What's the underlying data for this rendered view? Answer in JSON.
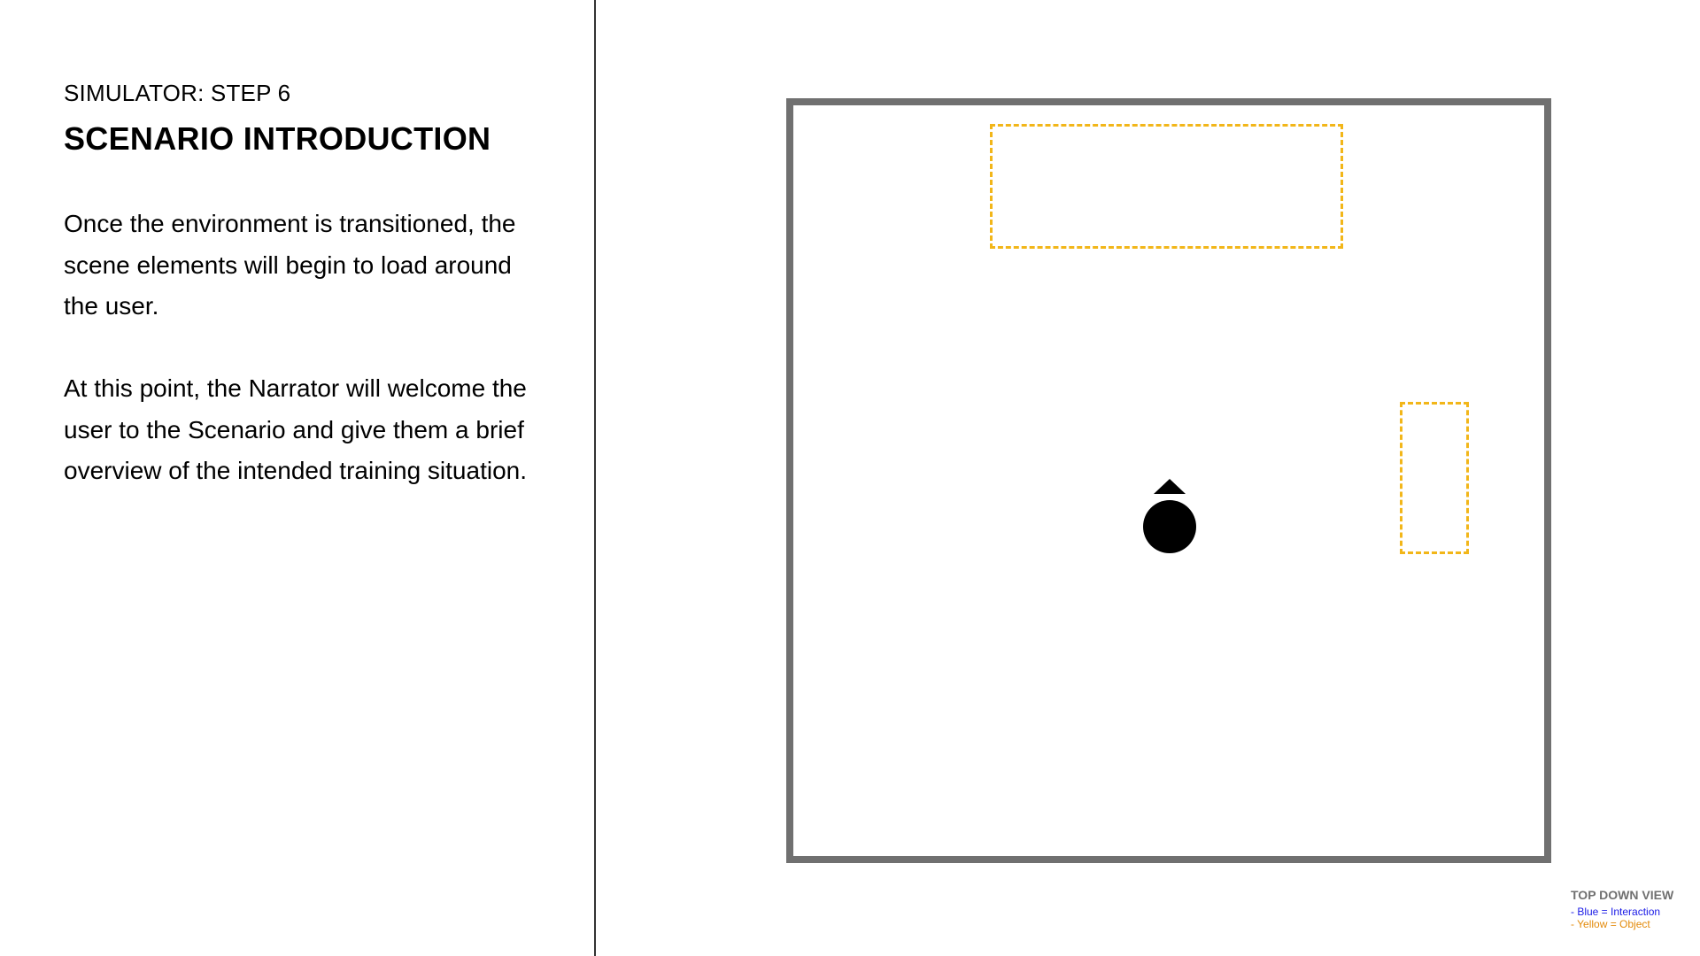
{
  "header": {
    "step_label": "SIMULATOR: STEP 6",
    "title": "SCENARIO INTRODUCTION"
  },
  "description": {
    "paragraph_1": "Once the environment is transitioned, the scene elements will begin to load around the user.",
    "paragraph_2": "At this point, the Narrator will welcome the user to the Scenario and give them a brief overview of the intended training situation."
  },
  "diagram": {
    "frame_color": "#707070",
    "object_zone_color": "#f2b619",
    "user_marker": "user-position-icon",
    "user_facing": "up"
  },
  "legend": {
    "title": "TOP DOWN VIEW",
    "blue_entry": "- Blue = Interaction",
    "yellow_entry": "- Yellow = Object",
    "blue_color": "#1a1ae6",
    "yellow_color": "#e38a0a"
  }
}
